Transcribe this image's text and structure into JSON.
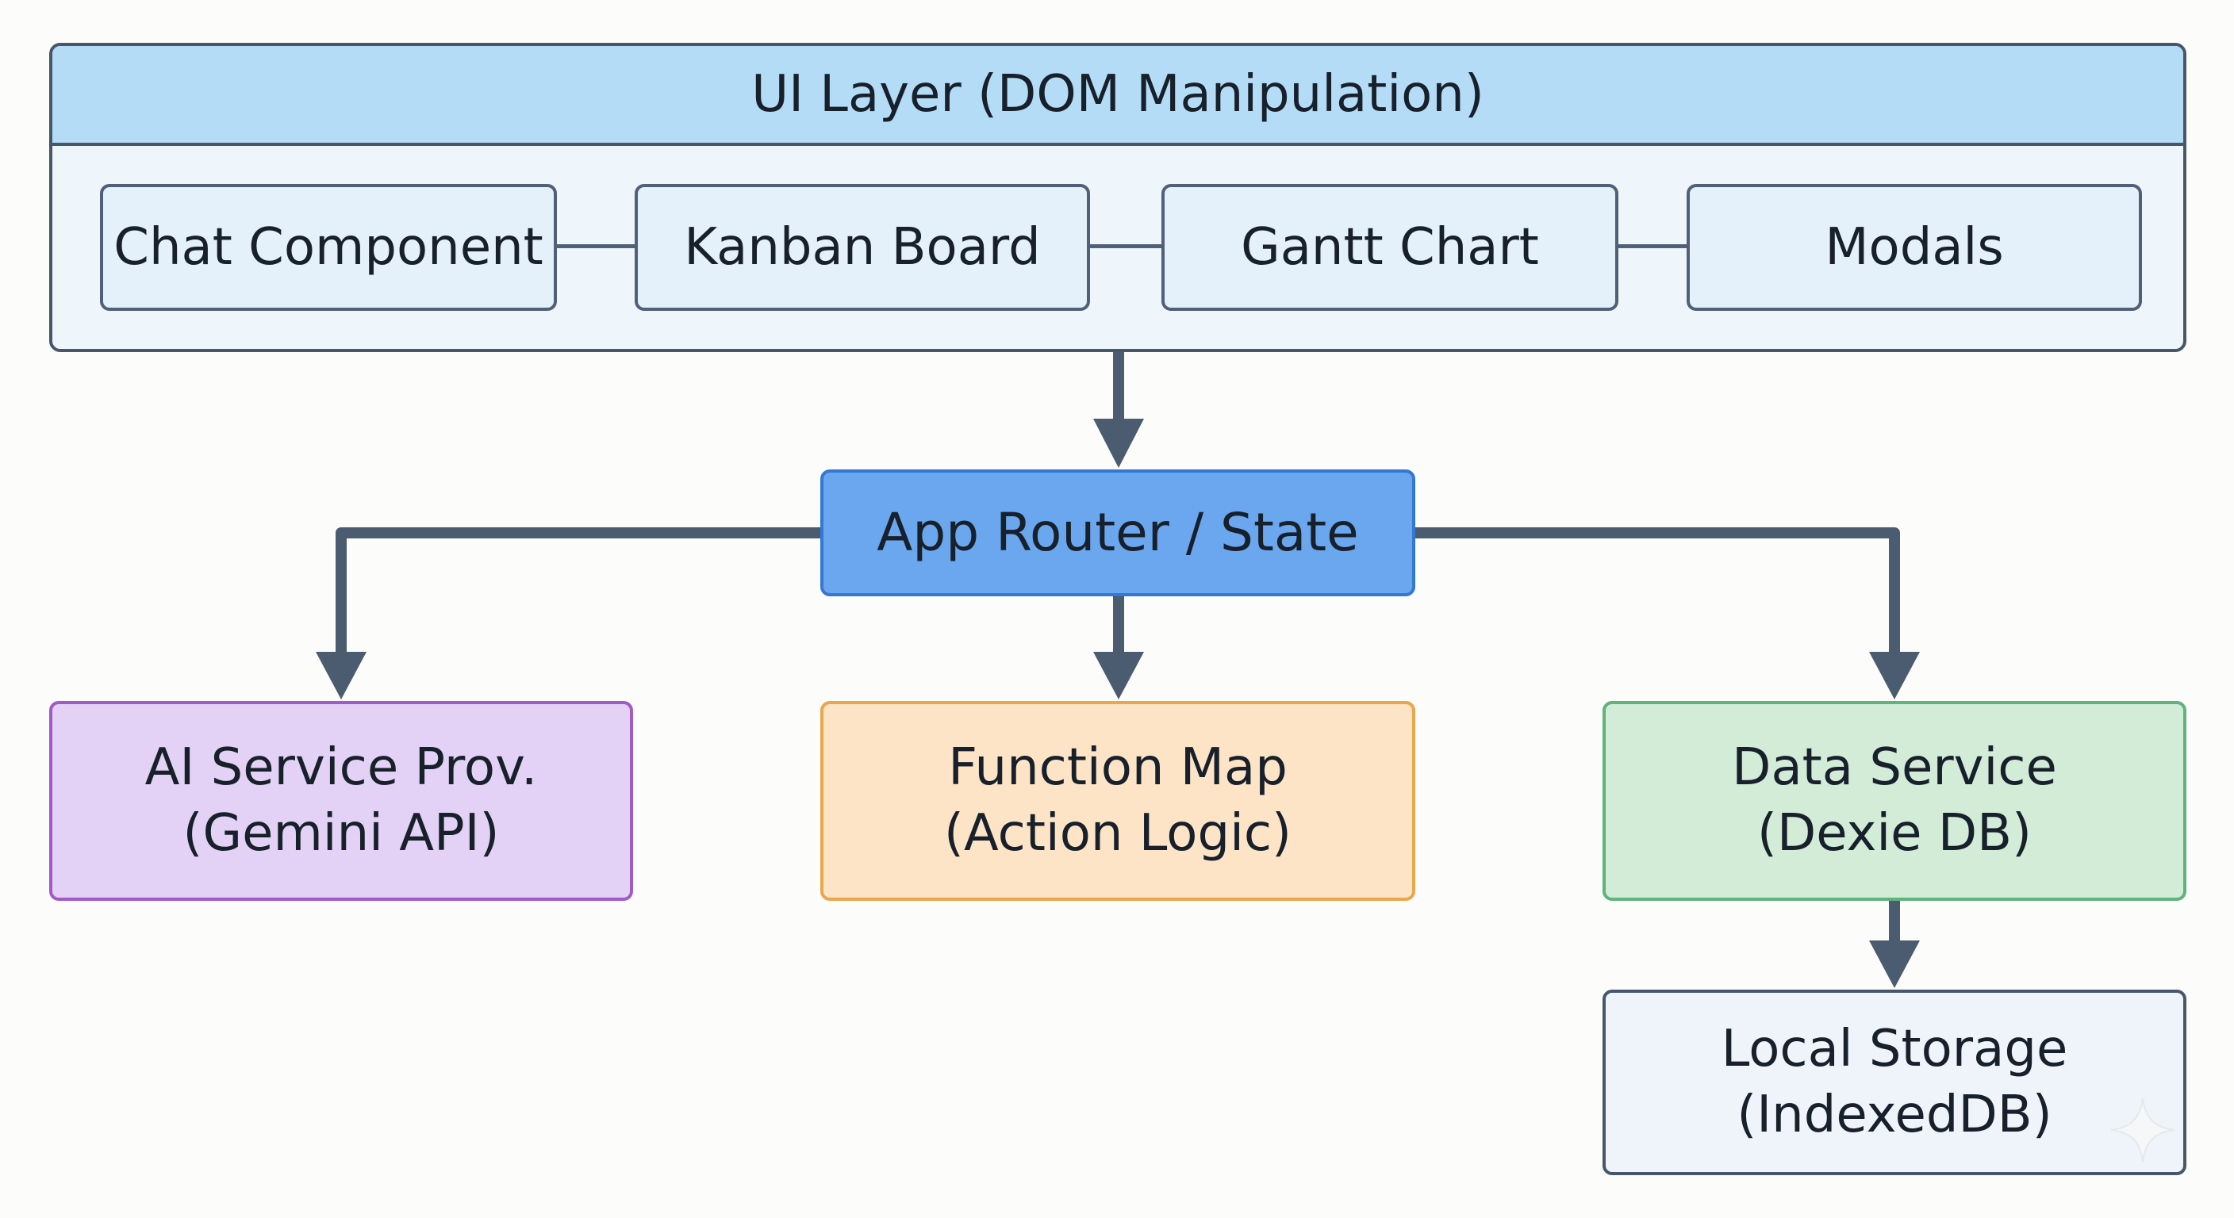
{
  "ui_layer": {
    "title": "UI Layer (DOM Manipulation)",
    "components": [
      {
        "label": "Chat Component"
      },
      {
        "label": "Kanban Board"
      },
      {
        "label": "Gantt Chart"
      },
      {
        "label": "Modals"
      }
    ]
  },
  "router": {
    "label": "App Router / State"
  },
  "services": [
    {
      "line1": "AI Service Prov.",
      "line2": "(Gemini API)"
    },
    {
      "line1": "Function Map",
      "line2": "(Action Logic)"
    },
    {
      "line1": "Data Service",
      "line2": "(Dexie DB)"
    }
  ],
  "storage": {
    "line1": "Local Storage",
    "line2": "(IndexedDB)"
  },
  "colors": {
    "ui_header": "#b4dcf6",
    "router": "#6aa7ee",
    "ai_service": "#e3d2f5",
    "function_map": "#fde4c6",
    "data_service": "#d3ecd8",
    "arrows": "#4b5b70"
  }
}
